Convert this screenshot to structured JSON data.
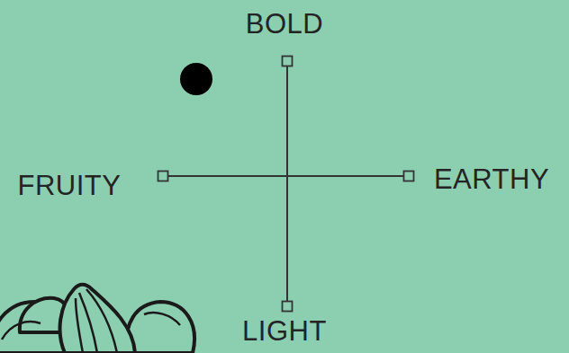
{
  "diagram": {
    "labels": [
      "BOLD",
      "FRUITY",
      "EARTHY",
      "LIGHT"
    ]
  }
}
